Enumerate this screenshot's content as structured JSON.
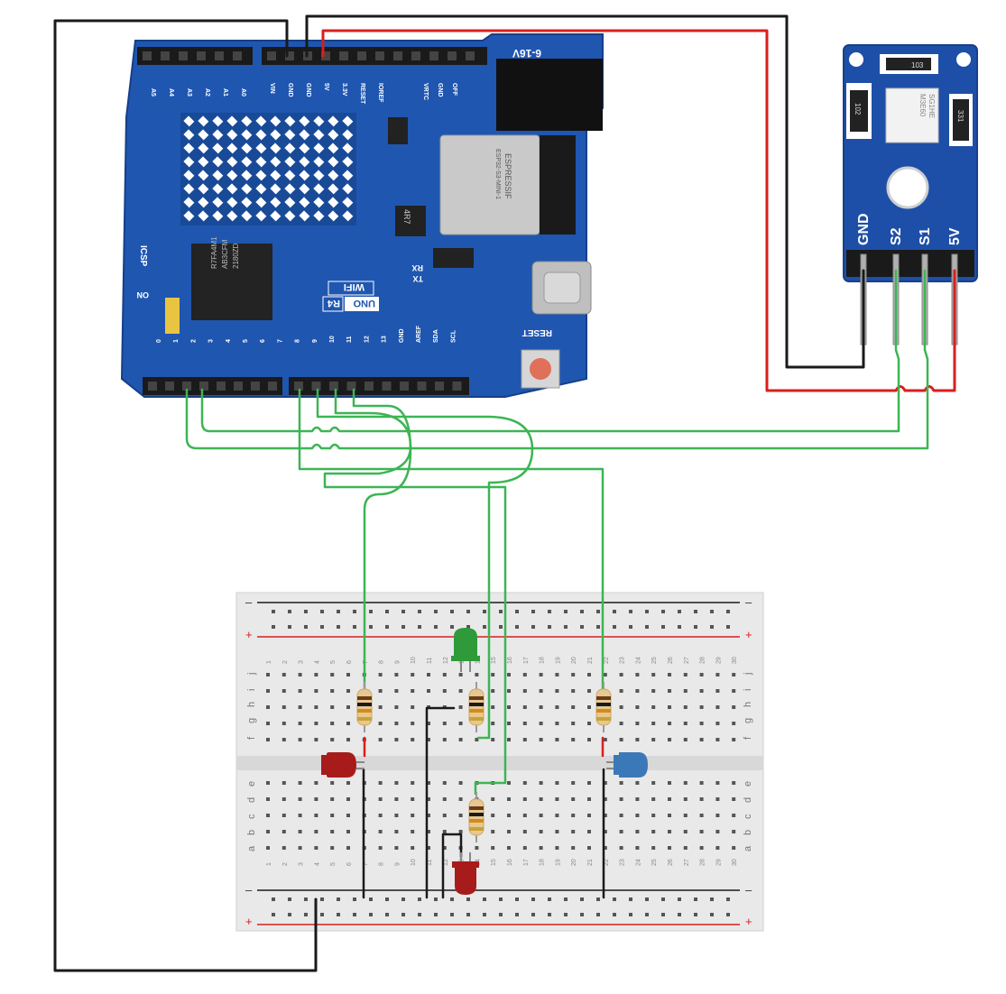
{
  "board": {
    "model_label": "UNO",
    "version_label": "R4",
    "wifi_label": "WIFI",
    "power_label": "6-16V",
    "reset_label": "RESET",
    "icsp_label": "ICSP",
    "on_label": "ON",
    "rx_label": "RX",
    "tx_label": "TX",
    "mcu_lines": [
      "R7FA4M1",
      "AB3CFM",
      "2180ZD"
    ],
    "wifi_module_lines": [
      "ESPRESSIF",
      "ESP32-S3-MINI-1"
    ],
    "inductor_label": "4R7",
    "analog_pins": [
      "A5",
      "A4",
      "A3",
      "A2",
      "A1",
      "A0"
    ],
    "power_pins": [
      "VIN",
      "GND",
      "GND",
      "5V",
      "3.3V",
      "RESET",
      "IOREF"
    ],
    "top_right_pins": [
      "VRTC",
      "GND",
      "OFF"
    ],
    "digital_pins": [
      "0",
      "1",
      "2",
      "3",
      "4",
      "5",
      "6",
      "7",
      "8",
      "9",
      "10",
      "11",
      "12",
      "13",
      "GND",
      "AREF",
      "SDA",
      "SCL"
    ]
  },
  "sensor": {
    "pins": [
      "GND",
      "S2",
      "S1",
      "5V"
    ],
    "resistor_labels": [
      "103",
      "102",
      "331"
    ],
    "chip_lines": [
      "SG1HE",
      "M3E60"
    ]
  },
  "breadboard": {
    "rail_minus": "–",
    "rail_plus": "+",
    "row_letters_top": [
      "j",
      "i",
      "h",
      "g",
      "f"
    ],
    "row_letters_bottom": [
      "e",
      "d",
      "c",
      "b",
      "a"
    ],
    "columns": 30
  },
  "leds": [
    {
      "color_name": "red",
      "color": "#a81b1b"
    },
    {
      "color_name": "green",
      "color": "#2f9a3a"
    },
    {
      "color_name": "red",
      "color": "#a81b1b"
    },
    {
      "color_name": "blue",
      "color": "#3b78b8"
    }
  ],
  "colors": {
    "board_blue": "#1f56b0",
    "sensor_blue": "#1e4fa8",
    "wire_black": "#1a1a1a",
    "wire_red": "#d91e1e",
    "wire_green": "#3db554",
    "breadboard": "#e9e9e9"
  }
}
